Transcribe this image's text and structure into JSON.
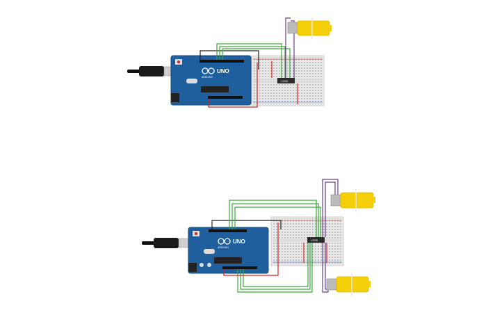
{
  "circuits": [
    {
      "id": "circuit-1",
      "board": {
        "brand": "UNO",
        "logo_text": "ARDUINO"
      },
      "chip": {
        "label": "L293D"
      },
      "motors": 1
    },
    {
      "id": "circuit-2",
      "board": {
        "brand": "UNO",
        "logo_text": "ARDUINO"
      },
      "chip": {
        "label": "L293D"
      },
      "motors": 2
    }
  ],
  "colors": {
    "board": "#1f5f9e",
    "motor": "#f5d00a",
    "wire_green": "#3aa63a",
    "wire_purple": "#6a3d8a",
    "wire_red": "#d22020",
    "wire_black": "#222222",
    "breadboard": "#e9e9e9",
    "cable": "#1a1a1a"
  }
}
